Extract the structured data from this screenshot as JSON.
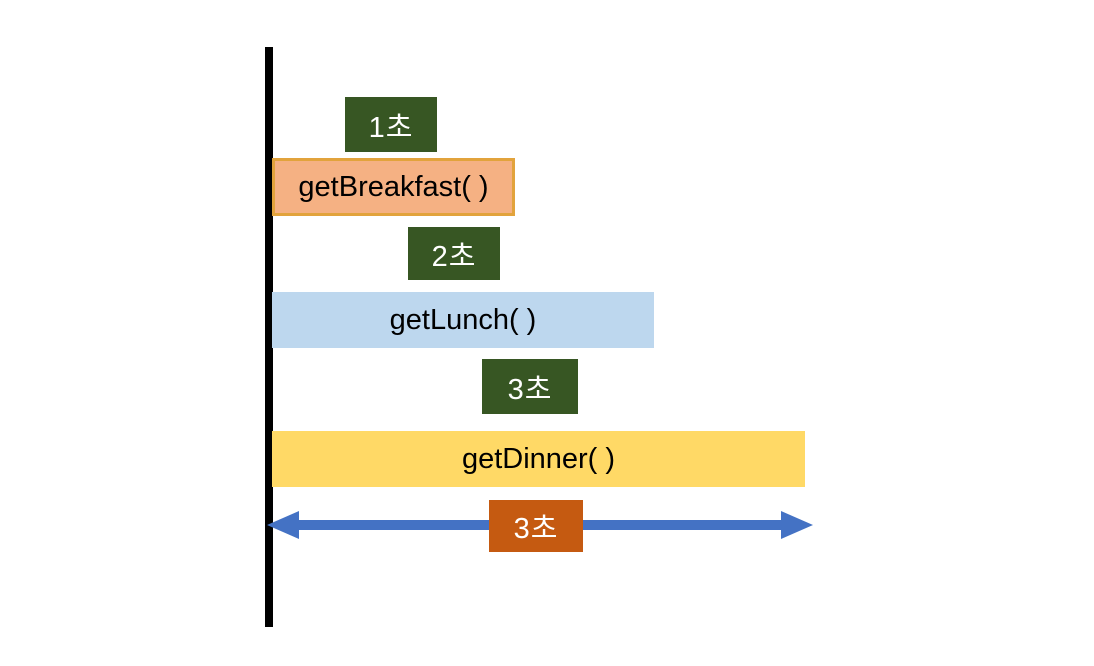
{
  "diagram": {
    "tasks": [
      {
        "label": "getBreakfast( )",
        "duration_label": "1초",
        "bar_color": "#F5B183",
        "border_color": "#E2A33C"
      },
      {
        "label": "getLunch( )",
        "duration_label": "2초",
        "bar_color": "#BDD7EE"
      },
      {
        "label": "getDinner( )",
        "duration_label": "3초",
        "bar_color": "#FFD966"
      }
    ],
    "duration_badge_color": "#375623",
    "timeline_color": "#000000",
    "total": {
      "duration_label": "3초",
      "badge_color": "#C55A11",
      "arrow_color": "#4472C4"
    },
    "background_color": "#FFFFFF"
  }
}
